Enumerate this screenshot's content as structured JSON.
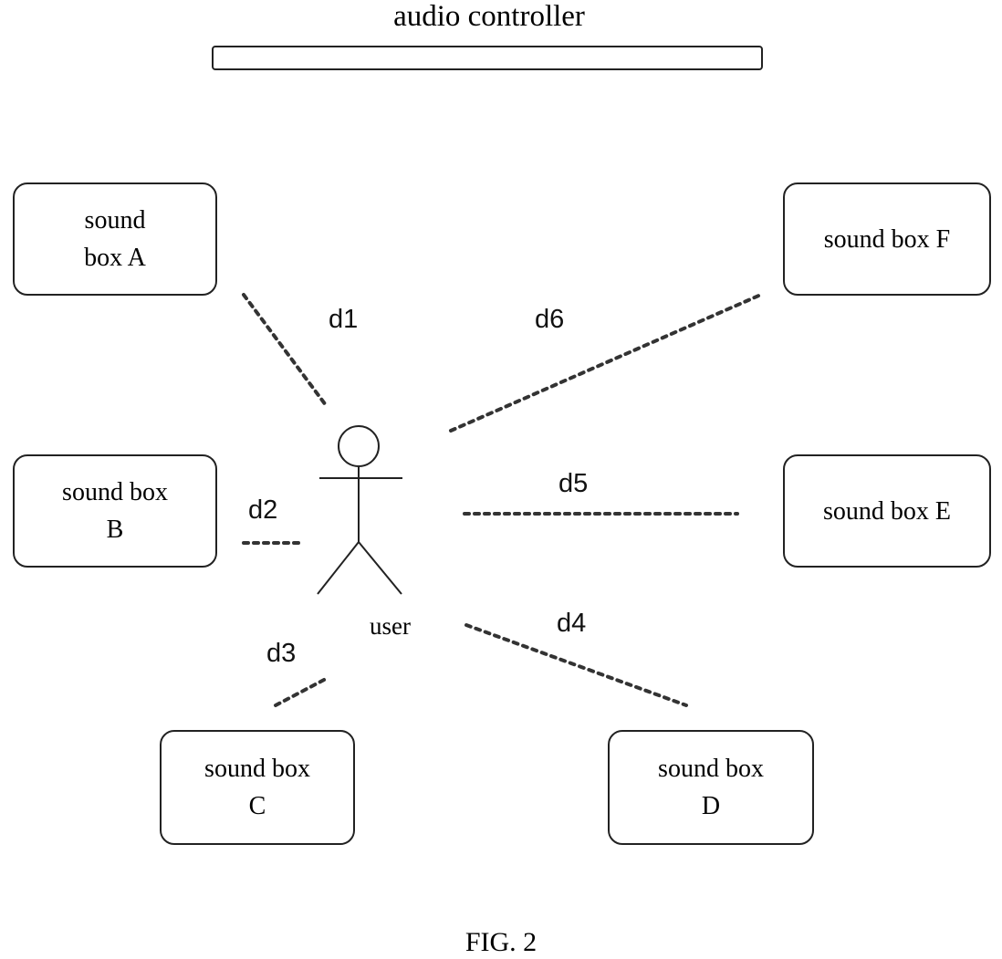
{
  "header": {
    "title": "audio controller"
  },
  "sound_boxes": {
    "a": {
      "line1": "sound",
      "line2": "box A"
    },
    "b": {
      "line1": "sound box",
      "line2": "B"
    },
    "c": {
      "line1": "sound box",
      "line2": "C"
    },
    "d": {
      "line1": "sound box",
      "line2": "D"
    },
    "e": {
      "line1": "sound box E"
    },
    "f": {
      "line1": "sound box F"
    }
  },
  "distances": {
    "d1": "d1",
    "d2": "d2",
    "d3": "d3",
    "d4": "d4",
    "d5": "d5",
    "d6": "d6"
  },
  "user": {
    "label": "user"
  },
  "figure": {
    "caption": "FIG. 2"
  }
}
